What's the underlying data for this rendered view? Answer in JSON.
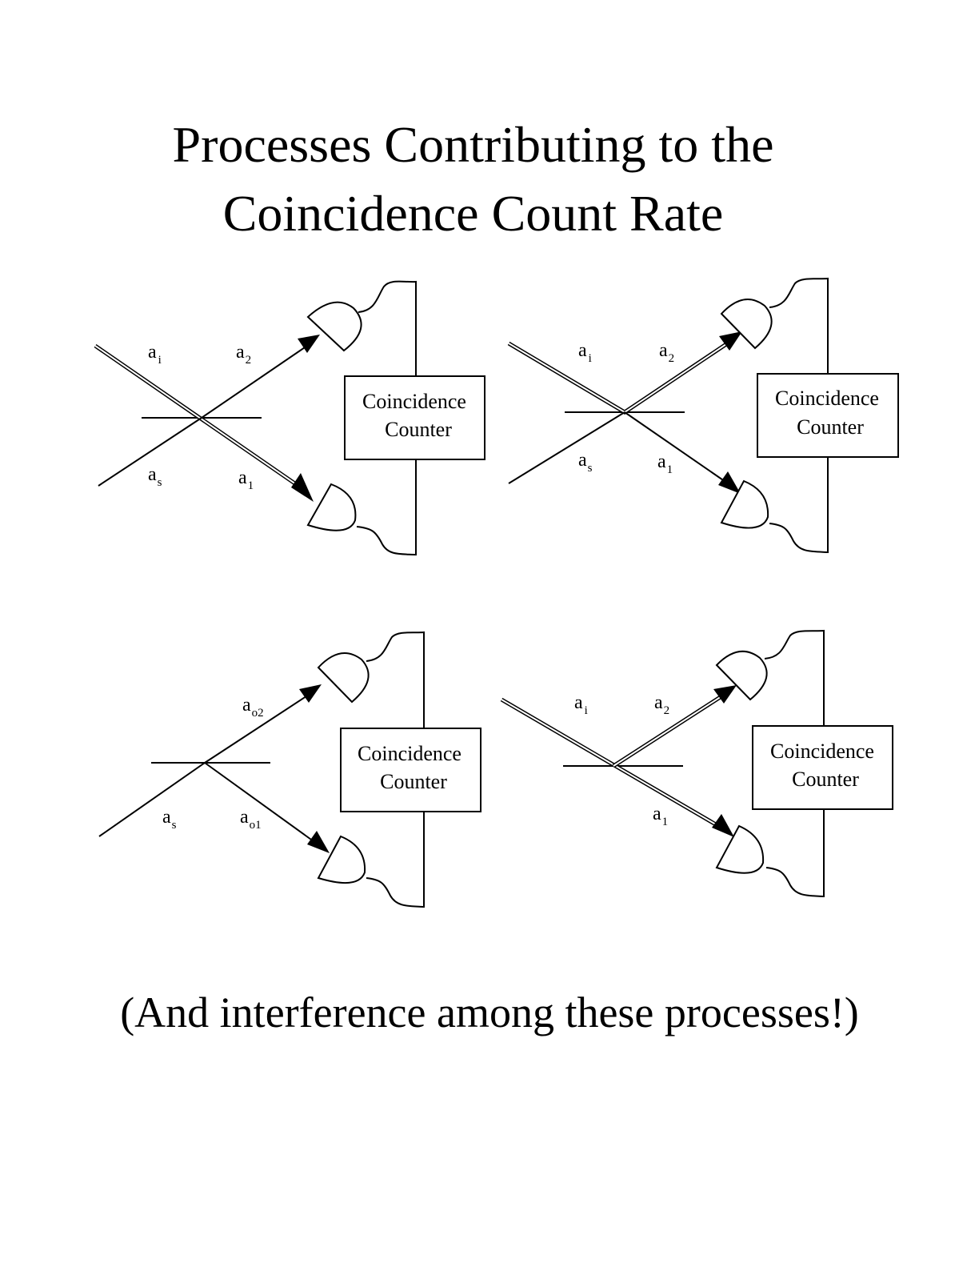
{
  "title": {
    "line1": "Processes Contributing to the",
    "line2": "Coincidence Count Rate"
  },
  "footer": "(And interference among these processes!)",
  "counter_label": {
    "line1": "Coincidence",
    "line2": "Counter"
  },
  "panels": [
    {
      "labels": [
        {
          "base": "a",
          "sub": "i"
        },
        {
          "base": "a",
          "sub": "2"
        },
        {
          "base": "a",
          "sub": "s"
        },
        {
          "base": "a",
          "sub": "1"
        }
      ]
    },
    {
      "labels": [
        {
          "base": "a",
          "sub": "i"
        },
        {
          "base": "a",
          "sub": "2"
        },
        {
          "base": "a",
          "sub": "s"
        },
        {
          "base": "a",
          "sub": "1"
        }
      ]
    },
    {
      "labels": [
        {
          "base": "a",
          "sub": "o2"
        },
        {
          "base": "a",
          "sub": "s"
        },
        {
          "base": "a",
          "sub": "o1"
        }
      ]
    },
    {
      "labels": [
        {
          "base": "a",
          "sub": "i"
        },
        {
          "base": "a",
          "sub": "2"
        },
        {
          "base": "a",
          "sub": "1"
        }
      ]
    }
  ]
}
